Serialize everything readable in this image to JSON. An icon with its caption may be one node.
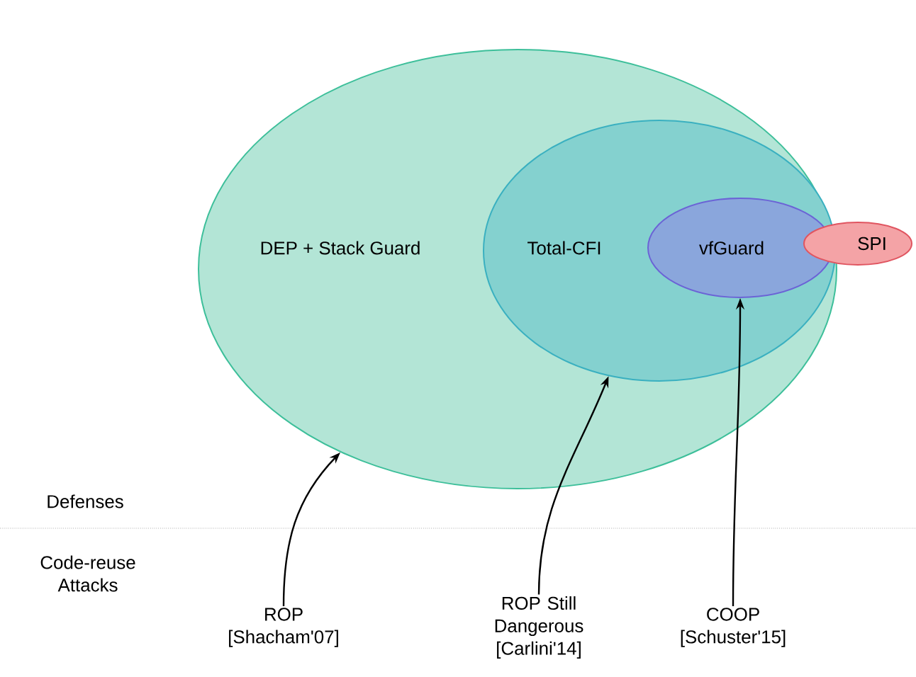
{
  "diagram": {
    "nodes": [
      {
        "text": [
          "DEP + Stack Guard"
        ]
      },
      {
        "text": [
          "Total-CFI"
        ],
        "in": 0
      },
      {
        "text": [
          "vfGuard"
        ],
        "in": 1
      },
      {
        "text": [
          "SPI"
        ]
      },
      {
        "text": [
          "ROP",
          "[Shacham'07]"
        ]
      },
      {
        "text": [
          "ROP Still Dangerous",
          "[Carlini'14]"
        ]
      },
      {
        "text": [
          "COOP",
          "[Schuster'15]"
        ]
      }
    ],
    "edges": [
      {
        "from": 4,
        "to": 0,
        "arrow": "to"
      },
      {
        "from": 5,
        "to": 1,
        "arrow": "to"
      },
      {
        "from": 6,
        "to": 2,
        "arrow": "to"
      }
    ],
    "labels": [
      "Defenses",
      "Code-reuse Attacks"
    ]
  }
}
